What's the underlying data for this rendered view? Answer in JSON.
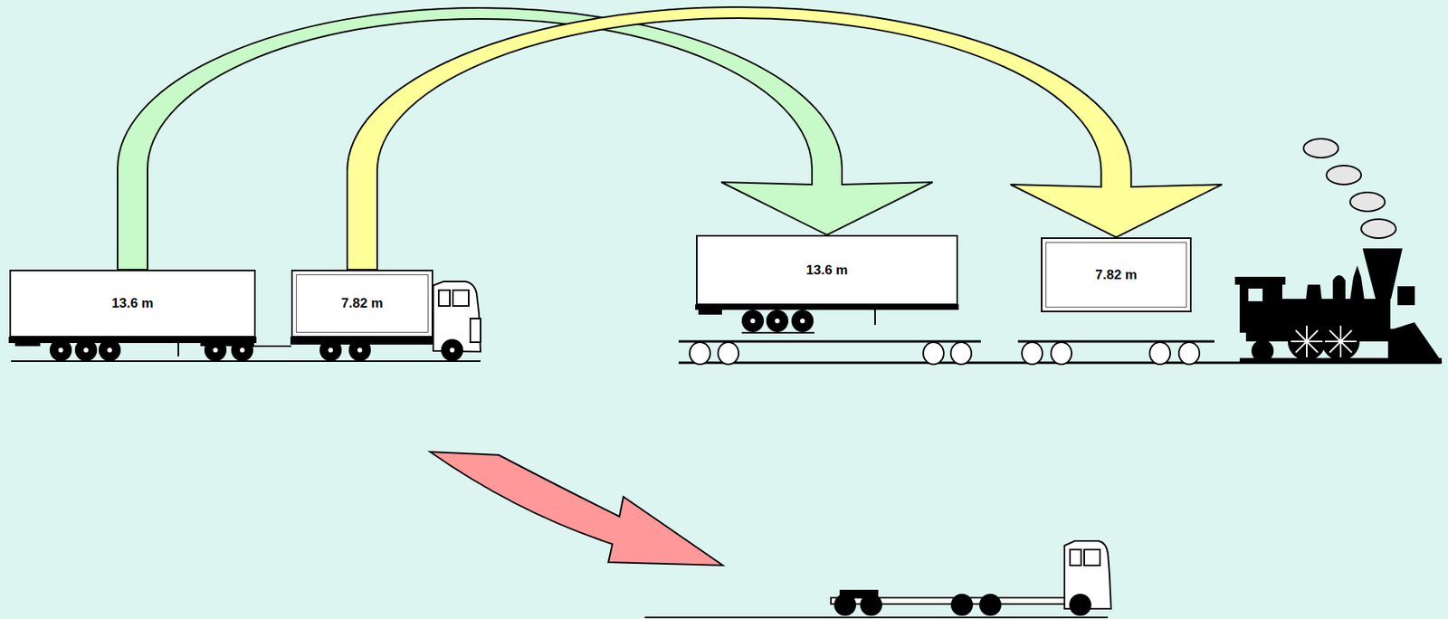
{
  "diagram": {
    "nodes": [
      {
        "text": [
          "13.6 m"
        ]
      },
      {
        "text": [
          "7.82 m"
        ]
      },
      {
        "text": [
          "13.6 m"
        ]
      },
      {
        "text": [
          "7.82 m"
        ]
      }
    ],
    "edges": [
      {
        "from": 0,
        "to": 2,
        "arrow": "to"
      },
      {
        "from": 1,
        "to": 3,
        "arrow": "to"
      }
    ]
  }
}
